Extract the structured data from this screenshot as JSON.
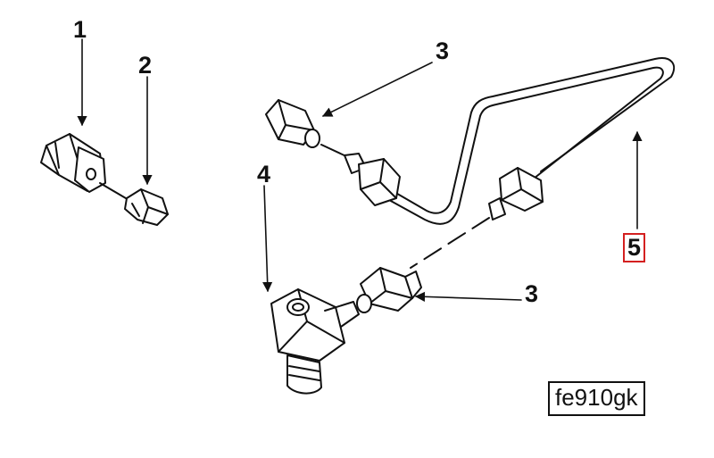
{
  "callouts": {
    "c1": "1",
    "c2": "2",
    "c3a": "3",
    "c3b": "3",
    "c4": "4",
    "c5": "5"
  },
  "highlighted_callout": "5",
  "figure_id": "fe910gk",
  "colors": {
    "ink": "#111111",
    "highlight": "#d42020",
    "background": "#ffffff"
  }
}
